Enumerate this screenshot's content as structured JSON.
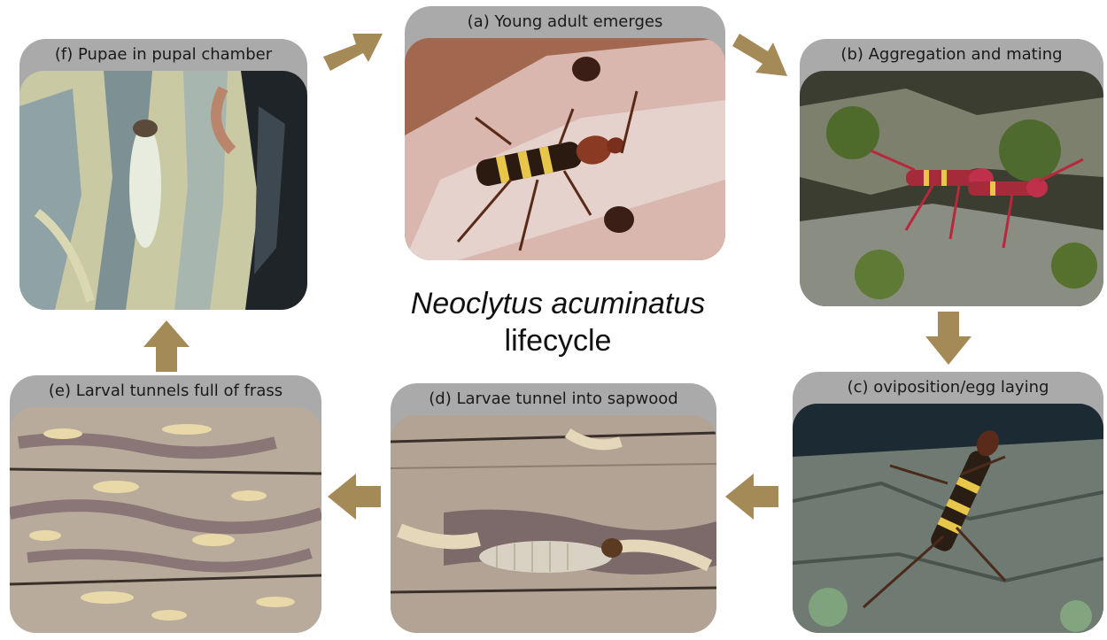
{
  "title": {
    "species": "Neoclytus acuminatus",
    "word": "lifecycle"
  },
  "stages": {
    "a": {
      "label": "(a) Young adult emerges"
    },
    "b": {
      "label": "(b) Aggregation and mating"
    },
    "c": {
      "label": "(c) oviposition/egg laying"
    },
    "d": {
      "label": "(d) Larvae tunnel into sapwood"
    },
    "e": {
      "label": "(e) Larval tunnels full of frass"
    },
    "f": {
      "label": "(f) Pupae in pupal chamber"
    }
  },
  "colors": {
    "arrow": "#a48a56",
    "label_bg": "#aaaaaa"
  }
}
